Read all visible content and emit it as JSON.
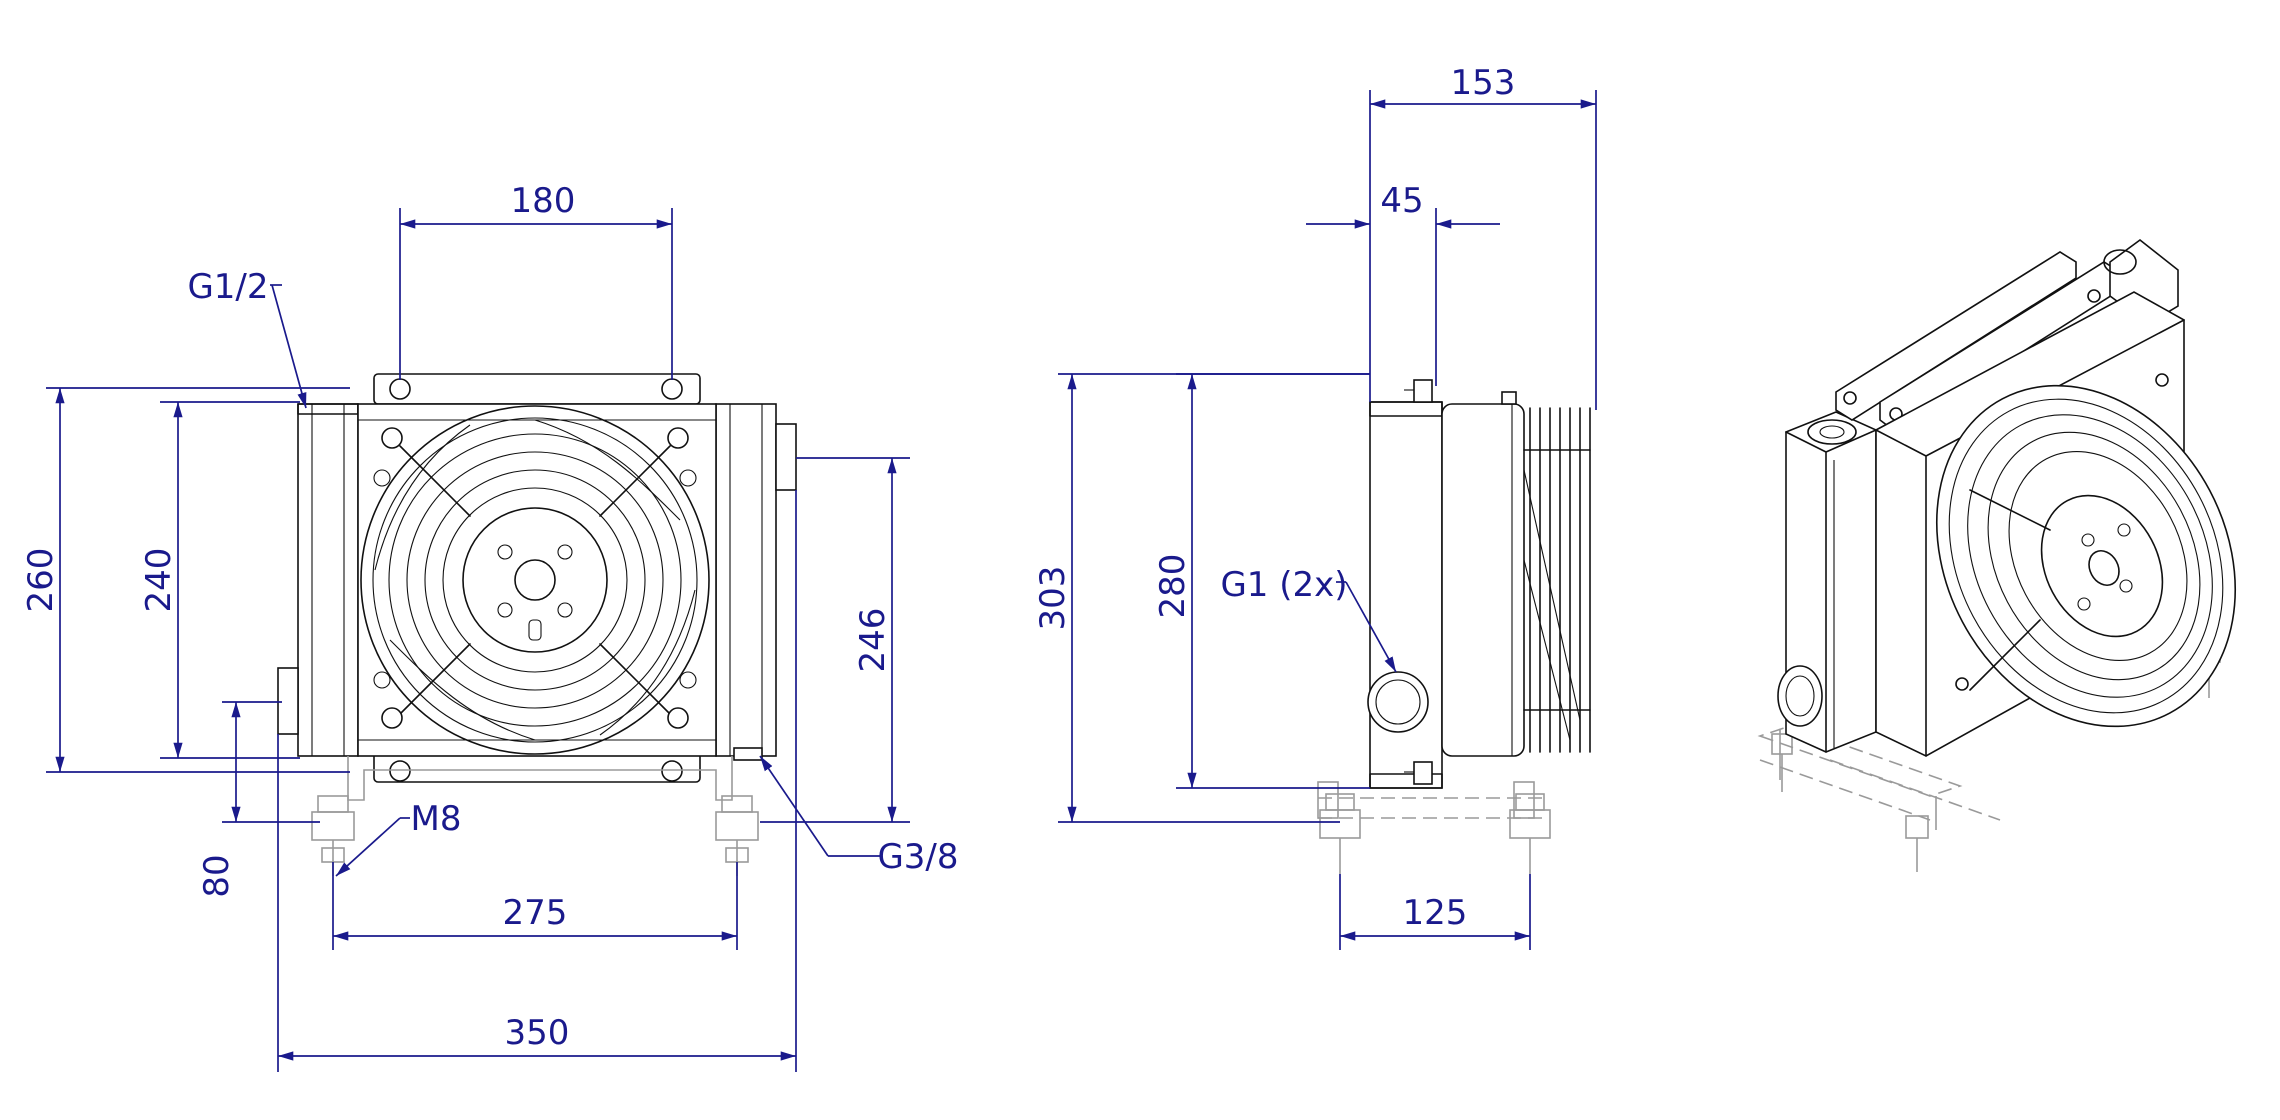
{
  "front_view": {
    "dimensions": {
      "port_spacing": "180",
      "inlet_thread": "G1/2",
      "height_overall": "260",
      "height_core": "240",
      "port_height": "246",
      "foot_height": "80",
      "mount_thread": "M8",
      "drain_thread": "G3/8",
      "foot_spacing": "275",
      "width_overall": "350"
    }
  },
  "side_view": {
    "dimensions": {
      "depth_overall": "153",
      "port_offset": "45",
      "height_overall": "303",
      "height_core": "280",
      "connection_thread": "G1 (2x)",
      "foot_spacing": "125"
    }
  },
  "colors": {
    "dimension": "#1a1a8c",
    "part": "#111111",
    "ghost": "#9a9a9a"
  }
}
